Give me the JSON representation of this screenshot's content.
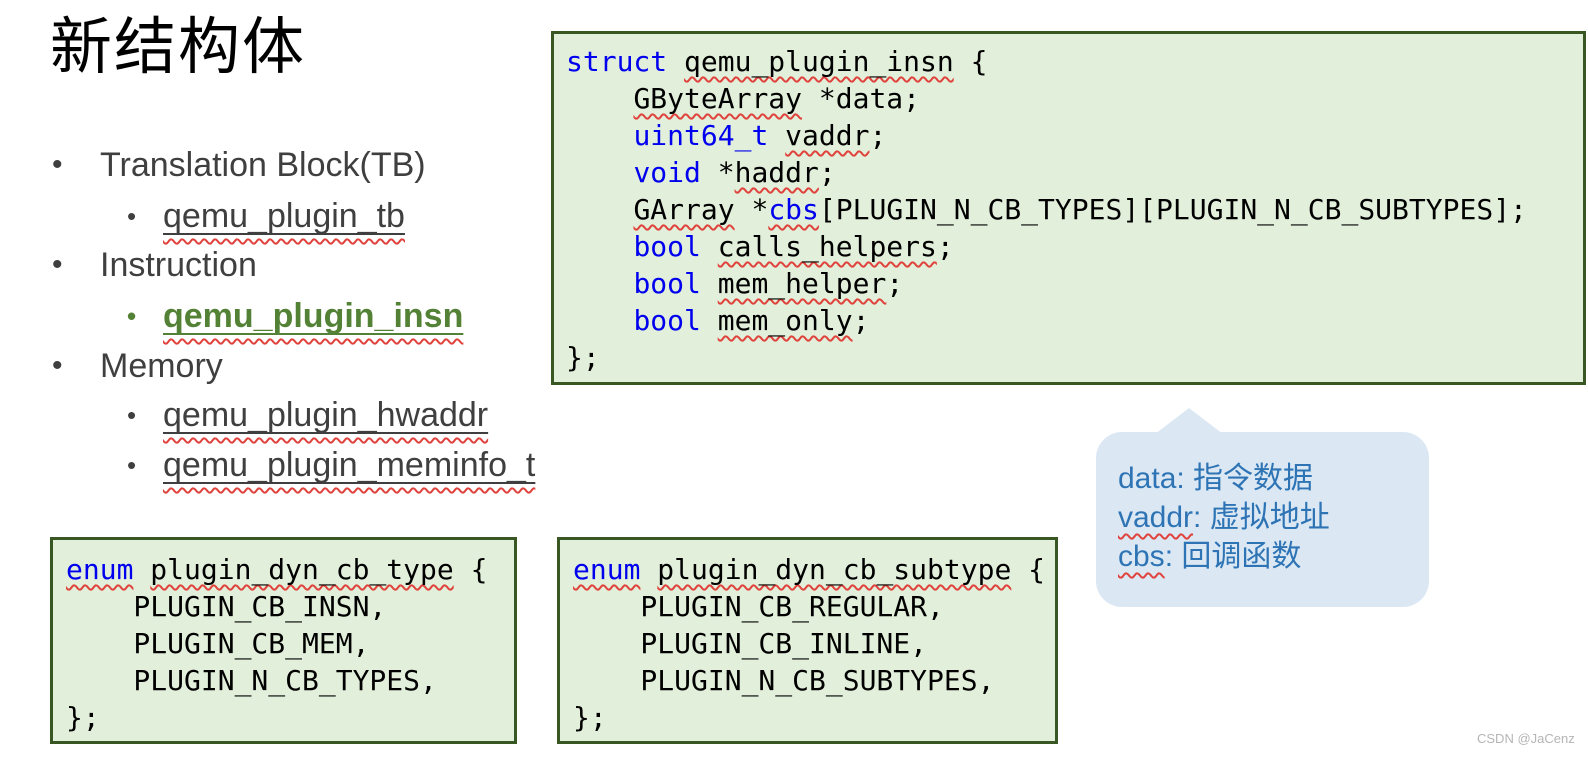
{
  "slide": {
    "title": "新结构体",
    "bullet_char": "•",
    "outline": [
      {
        "label": "Translation Block(TB)"
      },
      {
        "label": "qemu_plugin_tb"
      },
      {
        "label": "Instruction"
      },
      {
        "label": "qemu_plugin_insn"
      },
      {
        "label": "Memory"
      },
      {
        "label": "qemu_plugin_hwaddr"
      },
      {
        "label": "qemu_plugin_meminfo_t"
      }
    ]
  },
  "code": {
    "struct_box": [
      [
        {
          "t": "struct",
          "c": "kw"
        },
        {
          "t": " "
        },
        {
          "t": "qemu_plugin_insn",
          "c": "sq"
        },
        {
          "t": " {"
        }
      ],
      [
        {
          "t": "    "
        },
        {
          "t": "GByteArray",
          "c": "sq"
        },
        {
          "t": " *data;"
        }
      ],
      [
        {
          "t": "    "
        },
        {
          "t": "uint64_t",
          "c": "kw"
        },
        {
          "t": " "
        },
        {
          "t": "vaddr",
          "c": "sq"
        },
        {
          "t": ";"
        }
      ],
      [
        {
          "t": "    "
        },
        {
          "t": "void",
          "c": "kw"
        },
        {
          "t": " *"
        },
        {
          "t": "haddr",
          "c": "sq"
        },
        {
          "t": ";"
        }
      ],
      [
        {
          "t": "    "
        },
        {
          "t": "GArray",
          "c": "sq"
        },
        {
          "t": " *"
        },
        {
          "t": "cbs",
          "c": "kw sq"
        },
        {
          "t": "[PLUGIN_N_CB_TYPES][PLUGIN_N_CB_SUBTYPES];"
        }
      ],
      [
        {
          "t": "    "
        },
        {
          "t": "bool",
          "c": "kw"
        },
        {
          "t": " "
        },
        {
          "t": "calls_helpers",
          "c": "sq"
        },
        {
          "t": ";"
        }
      ],
      [
        {
          "t": "    "
        },
        {
          "t": "bool",
          "c": "kw"
        },
        {
          "t": " "
        },
        {
          "t": "mem_helper",
          "c": "sq"
        },
        {
          "t": ";"
        }
      ],
      [
        {
          "t": "    "
        },
        {
          "t": "bool",
          "c": "kw"
        },
        {
          "t": " "
        },
        {
          "t": "mem_only",
          "c": "sq"
        },
        {
          "t": ";"
        }
      ],
      [
        {
          "t": "};"
        }
      ]
    ],
    "enum_type_box": [
      [
        {
          "t": "enum",
          "c": "kw sq"
        },
        {
          "t": " "
        },
        {
          "t": "plugin_dyn_cb_type",
          "c": "sq"
        },
        {
          "t": " {"
        }
      ],
      [
        {
          "t": "    PLUGIN_CB_INSN,"
        }
      ],
      [
        {
          "t": "    PLUGIN_CB_MEM,"
        }
      ],
      [
        {
          "t": "    PLUGIN_N_CB_TYPES,"
        }
      ],
      [
        {
          "t": "};"
        }
      ]
    ],
    "enum_subtype_box": [
      [
        {
          "t": "enum",
          "c": "kw sq"
        },
        {
          "t": " "
        },
        {
          "t": "plugin_dyn_cb_subtype",
          "c": "sq"
        },
        {
          "t": " {"
        }
      ],
      [
        {
          "t": "    PLUGIN_CB_REGULAR,"
        }
      ],
      [
        {
          "t": "    PLUGIN_CB_INLINE,"
        }
      ],
      [
        {
          "t": "    PLUGIN_N_CB_SUBTYPES,"
        }
      ],
      [
        {
          "t": "};"
        }
      ]
    ]
  },
  "callout": {
    "lines": [
      [
        {
          "t": "data"
        },
        {
          "t": ": 指令数据"
        }
      ],
      [
        {
          "t": "vaddr",
          "c": "sq"
        },
        {
          "t": ": 虚拟地址"
        }
      ],
      [
        {
          "t": "cbs",
          "c": "sq"
        },
        {
          "t": ": 回调函数"
        }
      ]
    ]
  },
  "watermark": "CSDN @JaCenz",
  "colors": {
    "code_bg": "#e2efda",
    "code_border": "#385723",
    "keyword_blue": "#0000ee",
    "accent_green": "#538135",
    "callout_bg": "#dbe8f4",
    "callout_text": "#2e74b5",
    "squiggle_red": "#e0433d",
    "list_text": "#3f3f3f"
  }
}
